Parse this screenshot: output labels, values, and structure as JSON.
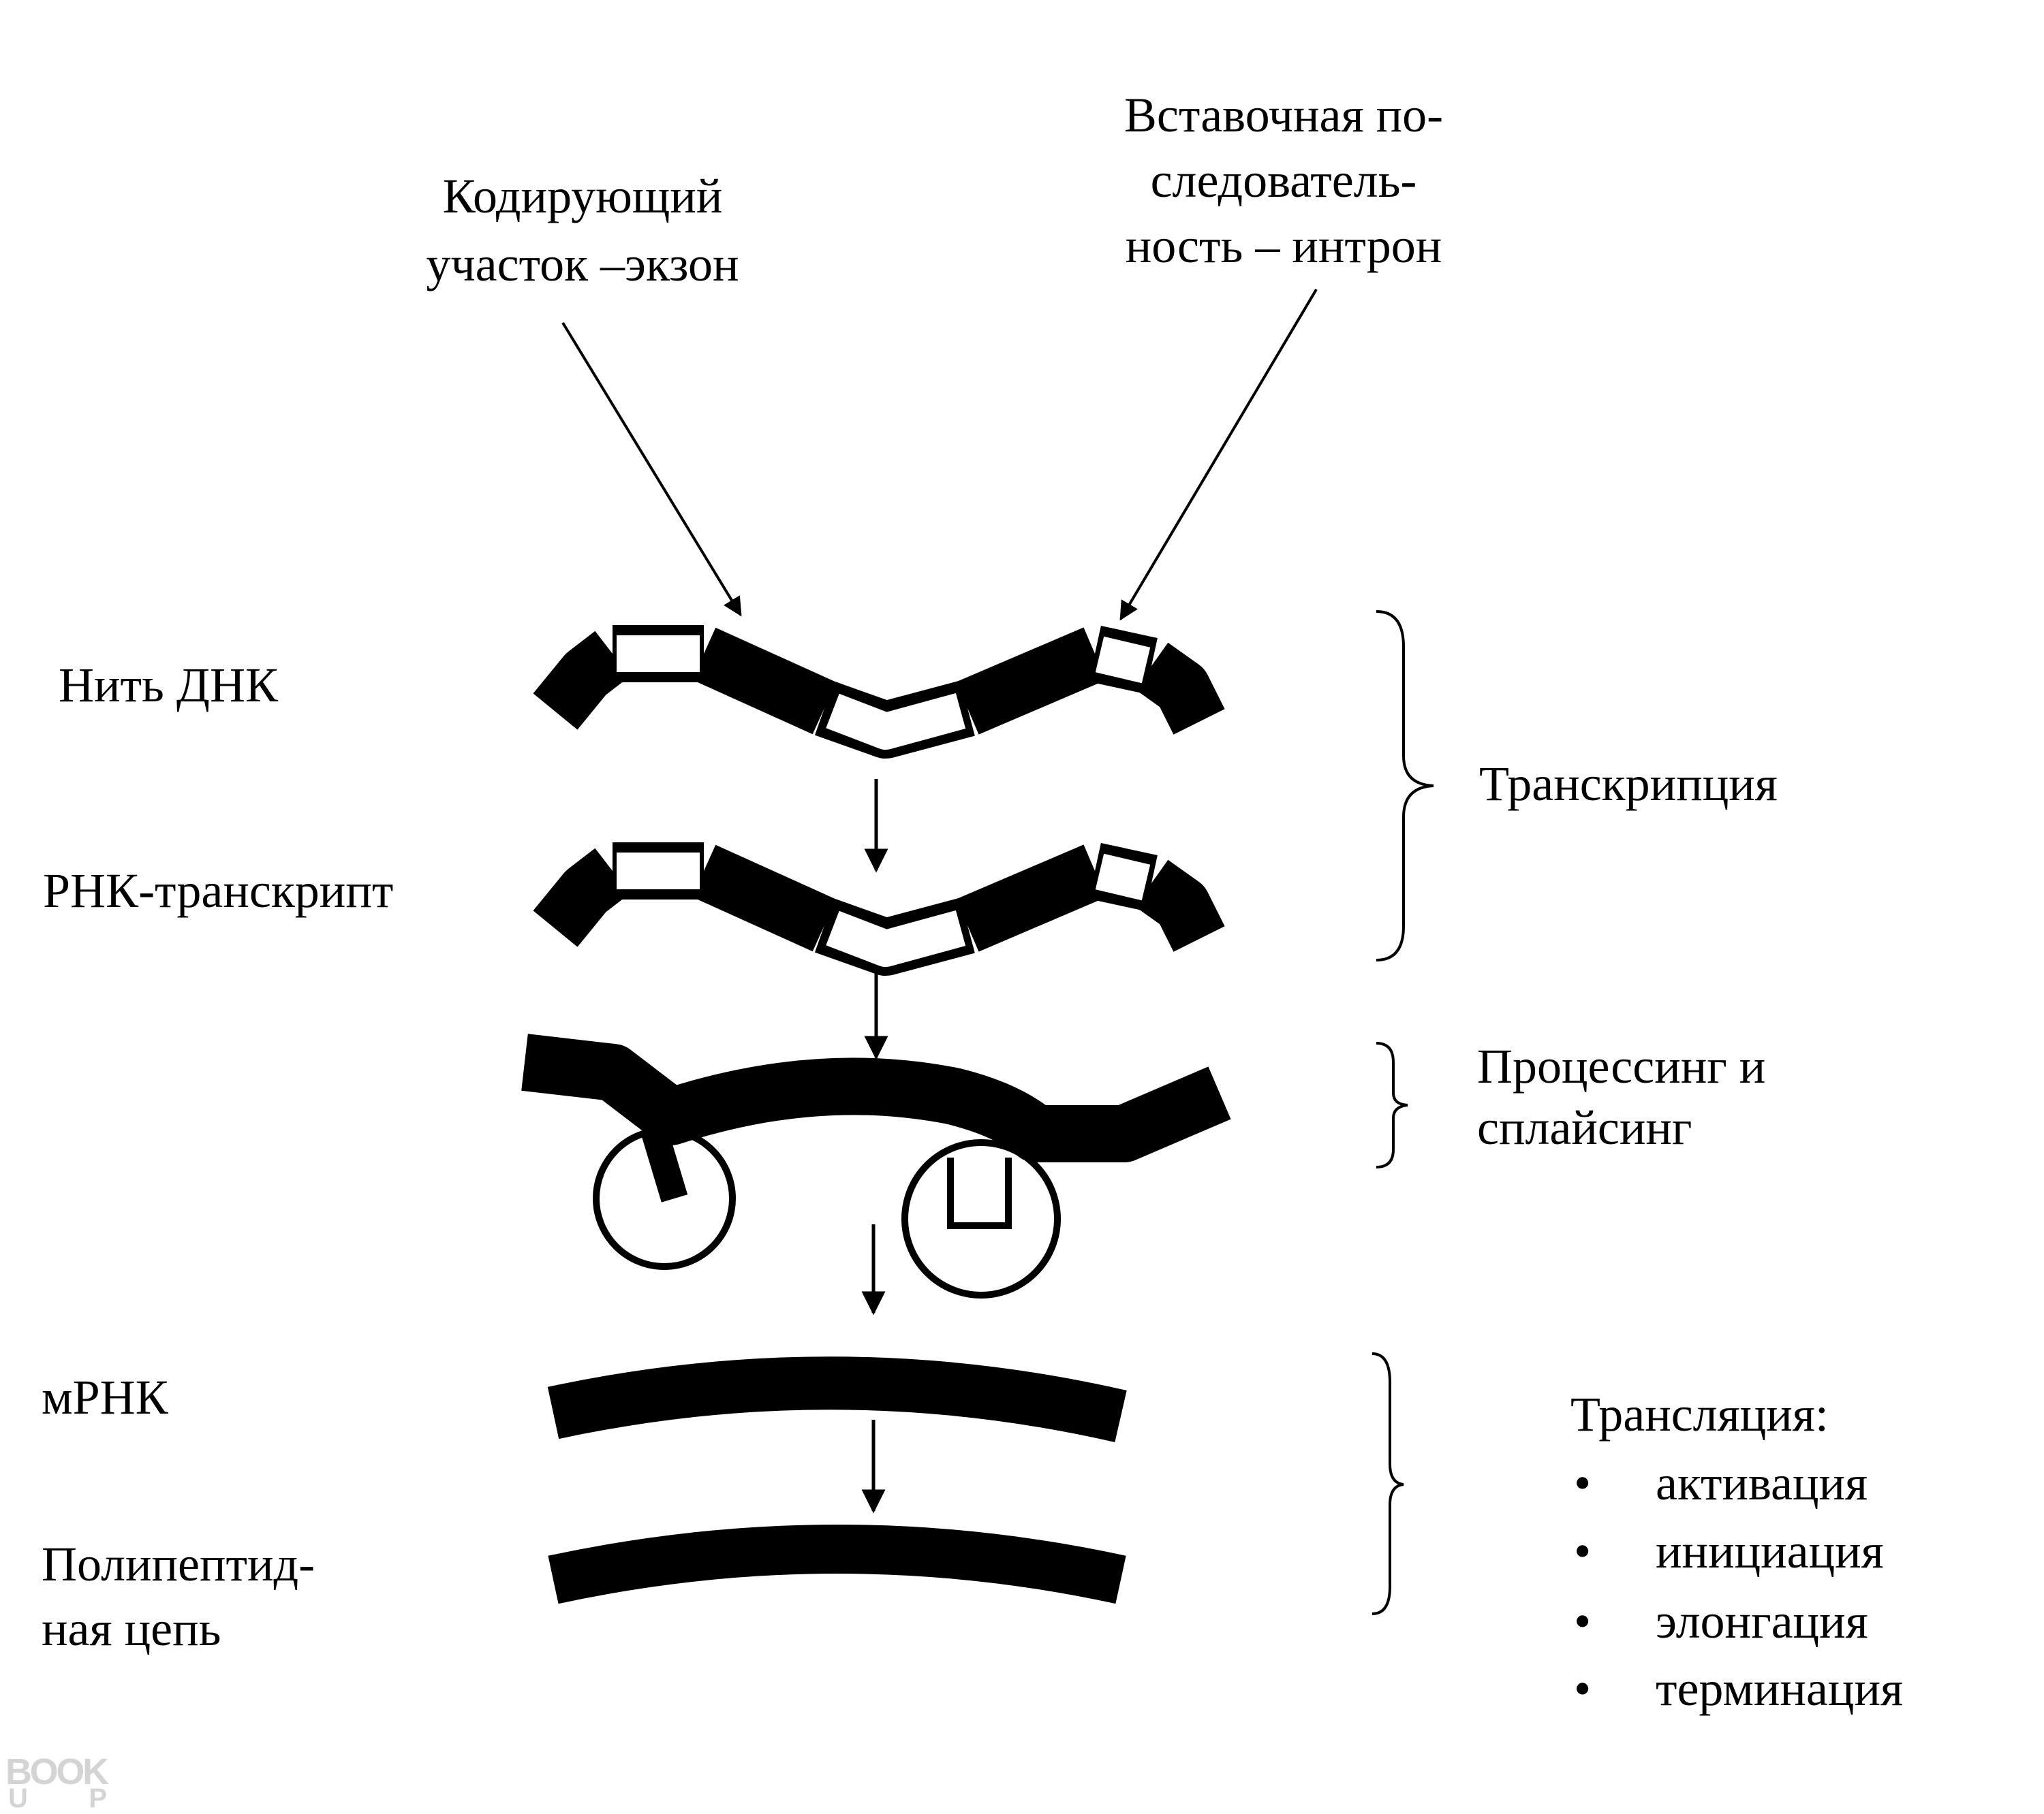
{
  "labels": {
    "exon_line1": "Кодирующий",
    "exon_line2": "участок –экзон",
    "intron_line1": "Вставочная по-",
    "intron_line2": "следователь-",
    "intron_line3": "ность – интрон",
    "dna": "Нить ДНК",
    "rna_transcript": "РНК-транскрипт",
    "mrna": "мРНК",
    "polypeptide_line1": "Полипептид-",
    "polypeptide_line2": "ная цепь"
  },
  "stages": {
    "transcription": "Транскрипция",
    "processing_line1": "Процессинг и",
    "processing_line2": "сплайсинг",
    "translation": {
      "title": "Трансляция:",
      "bullet": "•",
      "steps": [
        "активация",
        "инициация",
        "элонгация",
        "терминация"
      ]
    }
  },
  "watermark": {
    "line1": "BOOK",
    "line2": "UP"
  },
  "colors": {
    "ink": "#000000",
    "paper": "#ffffff",
    "watermark": "#d4d4d4"
  }
}
